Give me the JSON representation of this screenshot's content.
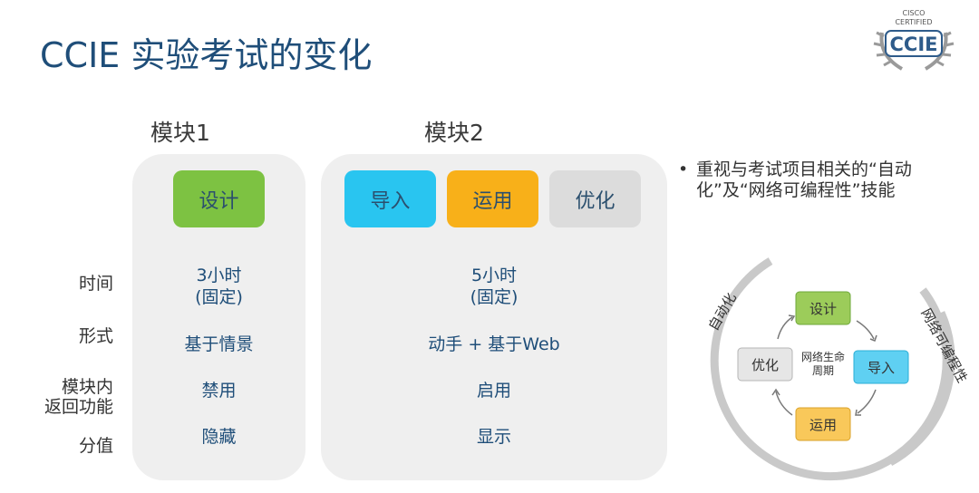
{
  "title": "CCIE 实验考试的变化",
  "logo": {
    "top": "CISCO",
    "middle": "CERTIFIED",
    "main": "CCIE"
  },
  "module1": {
    "heading": "模块1",
    "tag": "设计",
    "time": [
      "3小时",
      "(固定)"
    ],
    "format": "基于情景",
    "return": "禁用",
    "score": "隐藏"
  },
  "module2": {
    "heading": "模块2",
    "tags": [
      "导入",
      "运用",
      "优化"
    ],
    "time": [
      "5小时",
      "(固定)"
    ],
    "format": "动手 + 基于Web",
    "return": "启用",
    "score": "显示"
  },
  "rows": {
    "time": "时间",
    "format": "形式",
    "return": [
      "模块内",
      "返回功能"
    ],
    "score": "分值"
  },
  "note": {
    "bullet": "•",
    "lines": [
      "重视与考试项目相关的“自动",
      "化”及“网络可编程性”技能"
    ]
  },
  "lifecycle": {
    "center": [
      "网络生命",
      "周期"
    ],
    "design": "设计",
    "implement": "导入",
    "operate": "运用",
    "optimize": "优化",
    "left_label": "自动化",
    "right_label": "网络可编程性"
  },
  "colors": {
    "design": "#7dc242",
    "implement": "#29c5f0",
    "operate": "#f8b019",
    "optimize": "#dcdcdc",
    "title": "#1f4e79"
  }
}
